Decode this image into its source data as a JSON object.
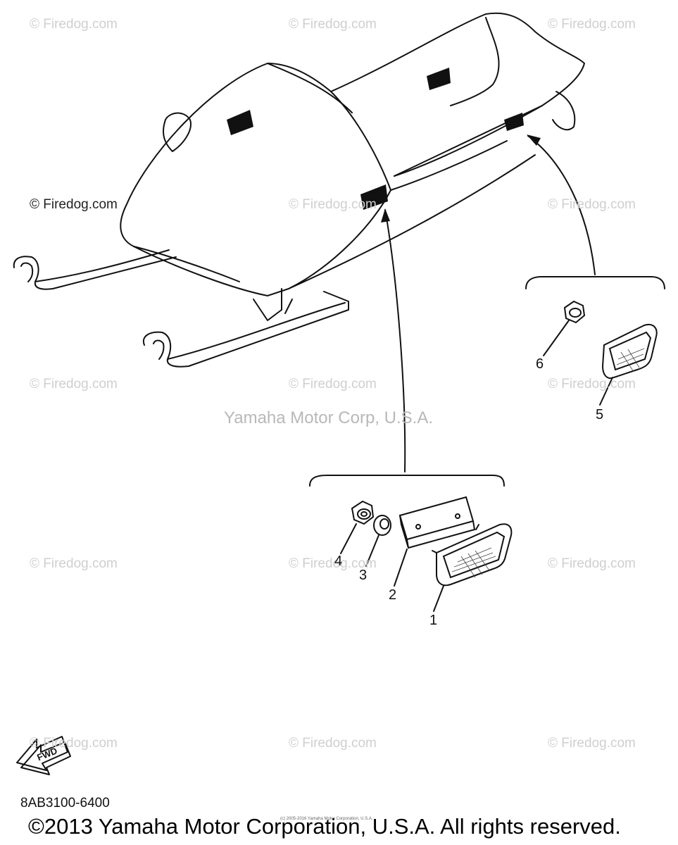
{
  "watermarks": {
    "row1": [
      "© Firedog.com",
      "© Firedog.com",
      "© Firedog.com"
    ],
    "row2": [
      "© Firedog.com",
      "© Firedog.com",
      "© Firedog.com"
    ],
    "row3": [
      "© Firedog.com",
      "© Firedog.com",
      "© Firedog.com"
    ],
    "row4": [
      "© Firedog.com",
      "© Firedog.com",
      "© Firedog.com"
    ],
    "row5": [
      "© Firedog.com",
      "© Firedog.com",
      "© Firedog.com"
    ]
  },
  "center_watermark": "Yamaha Motor Corp, U.S.A.",
  "callouts": [
    "1",
    "2",
    "3",
    "4",
    "5",
    "6"
  ],
  "fwd_label": "FWD",
  "part_code": "8AB3100-6400",
  "small_credit": "(c) 2005-2016 Yamaha Motor Corporation, U.S.A.",
  "copyright": "©2013 Yamaha Motor Corporation, U.S.A. All rights reserved."
}
